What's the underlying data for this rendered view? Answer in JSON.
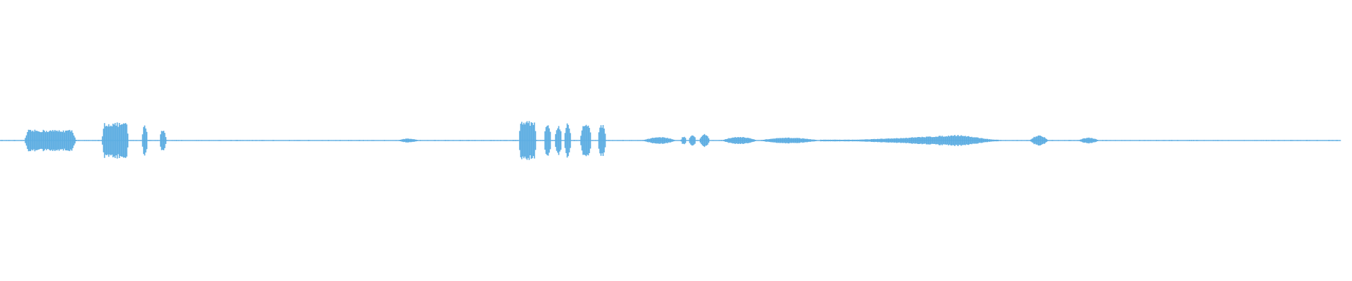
{
  "waveform": {
    "color": "#5dade2",
    "background": "#ffffff",
    "baseline_amplitude": 0.02,
    "segments": [
      {
        "start": 0.018,
        "end": 0.057,
        "amplitude": 0.55,
        "shape": "plateau"
      },
      {
        "start": 0.076,
        "end": 0.096,
        "amplitude": 0.92,
        "shape": "plateau"
      },
      {
        "start": 0.106,
        "end": 0.11,
        "amplitude": 0.85,
        "shape": "spike"
      },
      {
        "start": 0.119,
        "end": 0.124,
        "amplitude": 0.6,
        "shape": "spike"
      },
      {
        "start": 0.296,
        "end": 0.313,
        "amplitude": 0.1,
        "shape": "bump"
      },
      {
        "start": 0.387,
        "end": 0.4,
        "amplitude": 1.0,
        "shape": "plateau"
      },
      {
        "start": 0.406,
        "end": 0.411,
        "amplitude": 0.95,
        "shape": "spike"
      },
      {
        "start": 0.414,
        "end": 0.419,
        "amplitude": 0.85,
        "shape": "spike"
      },
      {
        "start": 0.421,
        "end": 0.426,
        "amplitude": 0.9,
        "shape": "spike"
      },
      {
        "start": 0.433,
        "end": 0.441,
        "amplitude": 1.0,
        "shape": "spike"
      },
      {
        "start": 0.446,
        "end": 0.452,
        "amplitude": 0.85,
        "shape": "spike"
      },
      {
        "start": 0.479,
        "end": 0.505,
        "amplitude": 0.18,
        "shape": "bump"
      },
      {
        "start": 0.508,
        "end": 0.512,
        "amplitude": 0.22,
        "shape": "spike"
      },
      {
        "start": 0.514,
        "end": 0.519,
        "amplitude": 0.3,
        "shape": "spike"
      },
      {
        "start": 0.522,
        "end": 0.529,
        "amplitude": 0.35,
        "shape": "spike"
      },
      {
        "start": 0.538,
        "end": 0.565,
        "amplitude": 0.2,
        "shape": "bump"
      },
      {
        "start": 0.565,
        "end": 0.612,
        "amplitude": 0.15,
        "shape": "bump"
      },
      {
        "start": 0.612,
        "end": 0.745,
        "amplitude": 0.3,
        "shape": "swell"
      },
      {
        "start": 0.768,
        "end": 0.782,
        "amplitude": 0.28,
        "shape": "bump"
      },
      {
        "start": 0.804,
        "end": 0.82,
        "amplitude": 0.15,
        "shape": "bump"
      }
    ]
  }
}
